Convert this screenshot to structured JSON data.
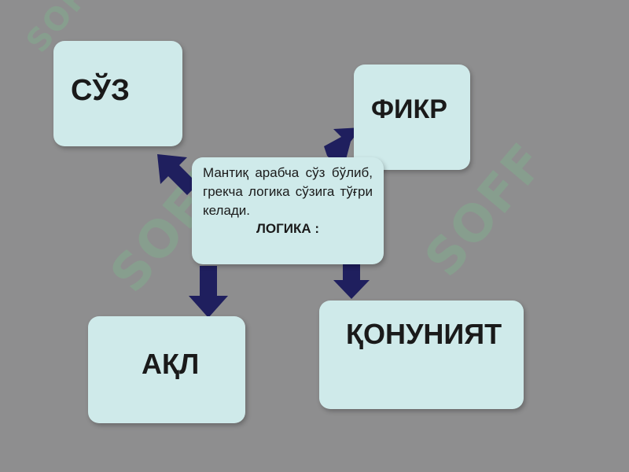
{
  "watermark": {
    "text": "SOFF",
    "small_text": "SOFF"
  },
  "center": {
    "text": "Мантиқ арабча сўз бўлиб, грекча логика сўзига тўғри келади.",
    "title": "ЛОГИКА :"
  },
  "nodes": {
    "suz": "СЎЗ",
    "fikr": "ФИКР",
    "aql": "АҚЛ",
    "qonuniyat": "ҚОНУНИЯТ"
  },
  "colors": {
    "background": "#8e8e8f",
    "box": "#cfeaea",
    "arrow": "#1f1f5e"
  }
}
